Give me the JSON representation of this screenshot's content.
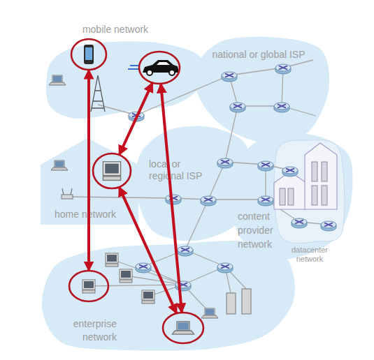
{
  "diagram": {
    "nodes": [
      {
        "text": [
          "mobile network"
        ]
      },
      {
        "text": [
          "national or global ISP"
        ]
      },
      {
        "text": [
          "home network"
        ]
      },
      {
        "text": [
          "local or regional ISP"
        ]
      },
      {
        "text": [
          "content provider network"
        ]
      },
      {
        "text": [
          "datacenter network"
        ],
        "in": 4
      },
      {
        "text": [
          "enterprise network"
        ]
      },
      {
        "text": [],
        "in": 0
      },
      {
        "text": [],
        "in": 0
      },
      {
        "text": [],
        "in": 2
      },
      {
        "text": [],
        "in": 6
      },
      {
        "text": [],
        "in": 6
      }
    ],
    "edges": [
      {
        "from": 7,
        "to": 10,
        "arrow": "both"
      },
      {
        "from": 8,
        "to": 9,
        "arrow": "both"
      },
      {
        "from": 8,
        "to": 11,
        "arrow": "both"
      },
      {
        "from": 9,
        "to": 11,
        "arrow": "both"
      }
    ]
  }
}
